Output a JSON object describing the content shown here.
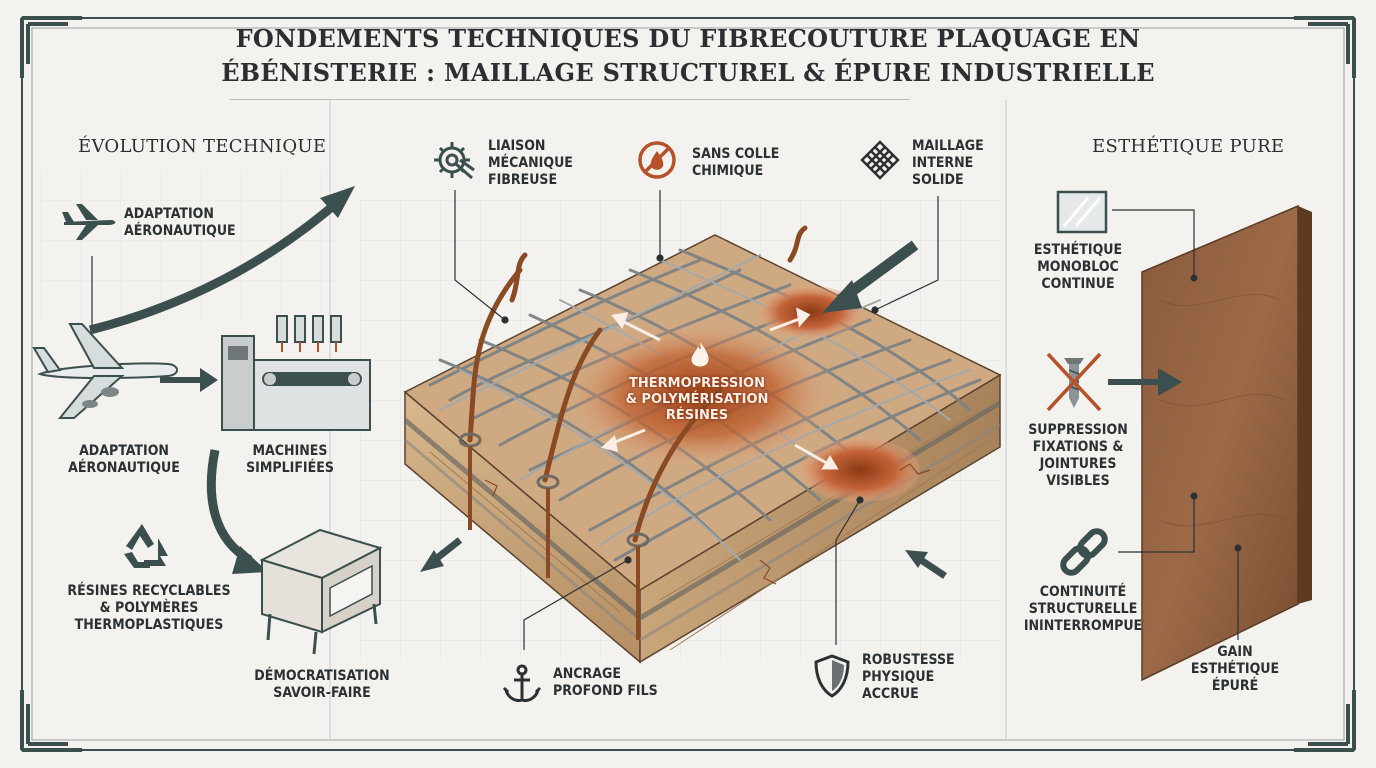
{
  "title": {
    "line1": "FONDEMENTS TECHNIQUES DU FIBRECOUTURE PLAQUAGE EN",
    "line2": "ÉBÉNISTERIE : MAILLAGE STRUCTUREL & ÉPURE INDUSTRIELLE"
  },
  "left": {
    "heading": "ÉVOLUTION TECHNIQUE",
    "adaptation_top": [
      "ADAPTATION",
      "AÉRONAUTIQUE"
    ],
    "adaptation_bottom": [
      "ADAPTATION",
      "AÉRONAUTIQUE"
    ],
    "machines": [
      "MACHINES",
      "SIMPLIFIÉES"
    ],
    "resins": [
      "RÉSINES RECYCLABLES",
      "& POLYMÈRES",
      "THERMOPLASTIQUES"
    ],
    "democratisation": [
      "DÉMOCRATISATION",
      "SAVOIR-FAIRE"
    ]
  },
  "center": {
    "liaison": [
      "LIAISON",
      "MÉCANIQUE",
      "FIBREUSE"
    ],
    "sans_colle": [
      "SANS COLLE",
      "CHIMIQUE"
    ],
    "maillage": [
      "MAILLAGE",
      "INTERNE",
      "SOLIDE"
    ],
    "thermopression": [
      "THERMOPRESSION",
      "& POLYMÉRISATION",
      "RÉSINES"
    ],
    "ancrage": [
      "ANCRAGE",
      "PROFOND FILS"
    ],
    "robustesse": [
      "ROBUSTESSE",
      "PHYSIQUE",
      "ACCRUE"
    ]
  },
  "right": {
    "heading": "ESTHÉTIQUE PURE",
    "monobloc": [
      "ESTHÉTIQUE",
      "MONOBLOC",
      "CONTINUE"
    ],
    "suppression": [
      "SUPPRESSION",
      "FIXATIONS &",
      "JOINTURES",
      "VISIBLES"
    ],
    "continuite": [
      "CONTINUITÉ",
      "STRUCTURELLE",
      "ININTERROMPUE"
    ],
    "gain": [
      "GAIN",
      "ESTHÉTIQUE",
      "ÉPURÉ"
    ]
  },
  "colors": {
    "ink": "#2b3133",
    "teal": "#3c4f4f",
    "rust": "#b5522a",
    "wood": "#8a5a3a",
    "paper": "#f3f2ef"
  },
  "icons": {
    "airplane_small": "airplane-icon",
    "airliner": "airliner-icon",
    "machine": "machine-icon",
    "recycle": "recycle-icon",
    "furniture": "cabinet-icon",
    "gear_fiber": "gear-fiber-icon",
    "no_glue": "no-glue-icon",
    "mesh": "mesh-icon",
    "flame": "flame-icon",
    "anchor": "anchor-icon",
    "shield": "shield-icon",
    "glass_square": "glass-square-icon",
    "crossed_screw": "crossed-screw-icon",
    "chain_link": "chain-link-icon"
  }
}
